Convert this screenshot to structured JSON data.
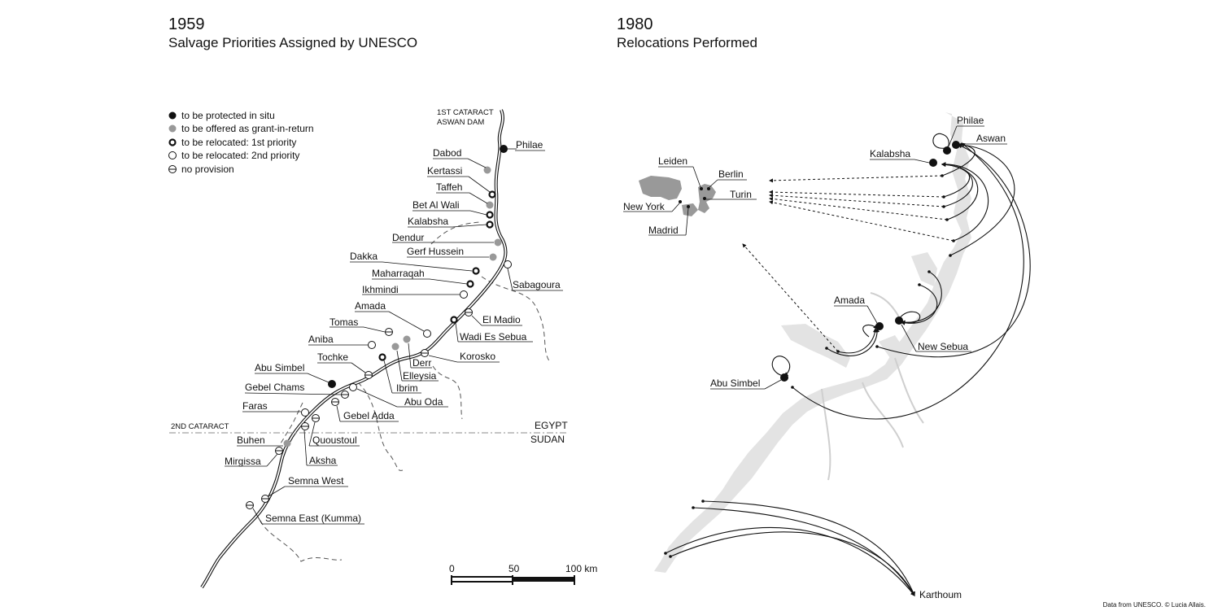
{
  "left_panel": {
    "year": "1959",
    "subtitle": "Salvage Priorities Assigned by UNESCO",
    "legend": [
      {
        "symbol": "filled-black",
        "label": "to be protected in situ"
      },
      {
        "symbol": "filled-gray",
        "label": "to be offered as grant-in-return"
      },
      {
        "symbol": "ring-black",
        "label": "to be relocated: 1st priority"
      },
      {
        "symbol": "open-circle",
        "label": "to be relocated: 2nd priority"
      },
      {
        "symbol": "barred-circle",
        "label": "no provision"
      }
    ],
    "top_label_1": "1ST CATARACT",
    "top_label_2": "ASWAN DAM",
    "second_cataract": "2ND CATARACT",
    "border_north": "EGYPT",
    "border_south": "SUDAN",
    "scale": {
      "ticks": [
        "0",
        "50",
        "100 km"
      ]
    },
    "sites": [
      {
        "name": "Philae",
        "status": "protected in situ"
      },
      {
        "name": "Dabod",
        "status": "grant-in-return"
      },
      {
        "name": "Kertassi",
        "status": "grant-in-return"
      },
      {
        "name": "Taffeh",
        "status": "1st priority"
      },
      {
        "name": "Bet Al Wali",
        "status": "1st priority"
      },
      {
        "name": "Kalabsha",
        "status": "1st priority"
      },
      {
        "name": "Dendur",
        "status": "grant-in-return"
      },
      {
        "name": "Gerf Hussein",
        "status": "grant-in-return"
      },
      {
        "name": "Dakka",
        "status": "1st priority"
      },
      {
        "name": "Maharraqah",
        "status": "1st priority"
      },
      {
        "name": "Ikhmindi",
        "status": "2nd priority"
      },
      {
        "name": "Sabagoura",
        "status": "2nd priority"
      },
      {
        "name": "Amada",
        "status": "2nd priority"
      },
      {
        "name": "El Madio",
        "status": "no provision"
      },
      {
        "name": "Wadi Es Sebua",
        "status": "1st priority"
      },
      {
        "name": "Tomas",
        "status": "no provision"
      },
      {
        "name": "Aniba",
        "status": "2nd priority"
      },
      {
        "name": "Korosko",
        "status": "no provision"
      },
      {
        "name": "Derr",
        "status": "grant-in-return"
      },
      {
        "name": "Elleysia",
        "status": "grant-in-return"
      },
      {
        "name": "Tochke",
        "status": "no provision"
      },
      {
        "name": "Ibrim",
        "status": "1st priority"
      },
      {
        "name": "Abu Simbel",
        "status": "protected in situ"
      },
      {
        "name": "Gebel Chams",
        "status": "no provision"
      },
      {
        "name": "Abu Oda",
        "status": "2nd priority"
      },
      {
        "name": "Faras",
        "status": "2nd priority"
      },
      {
        "name": "Gebel Adda",
        "status": "no provision"
      },
      {
        "name": "Buhen",
        "status": "grant-in-return"
      },
      {
        "name": "Quoustoul",
        "status": "no provision"
      },
      {
        "name": "Mirgissa",
        "status": "no provision"
      },
      {
        "name": "Aksha",
        "status": "no provision"
      },
      {
        "name": "Semna West",
        "status": "no provision"
      },
      {
        "name": "Semna East (Kumma)",
        "status": "no provision"
      }
    ]
  },
  "right_panel": {
    "year": "1980",
    "subtitle": "Relocations Performed",
    "destinations": [
      "Leiden",
      "Berlin",
      "Turin",
      "New York",
      "Madrid"
    ],
    "local_sites": [
      "Philae",
      "Aswan",
      "Kalabsha",
      "Amada",
      "New Sebua",
      "Abu Simbel",
      "Karthoum"
    ]
  },
  "credit": "Data from UNESCO. © Lucia Allais.",
  "colors": {
    "black": "#111111",
    "gray": "#999999",
    "lake": "#e3e3e3"
  }
}
